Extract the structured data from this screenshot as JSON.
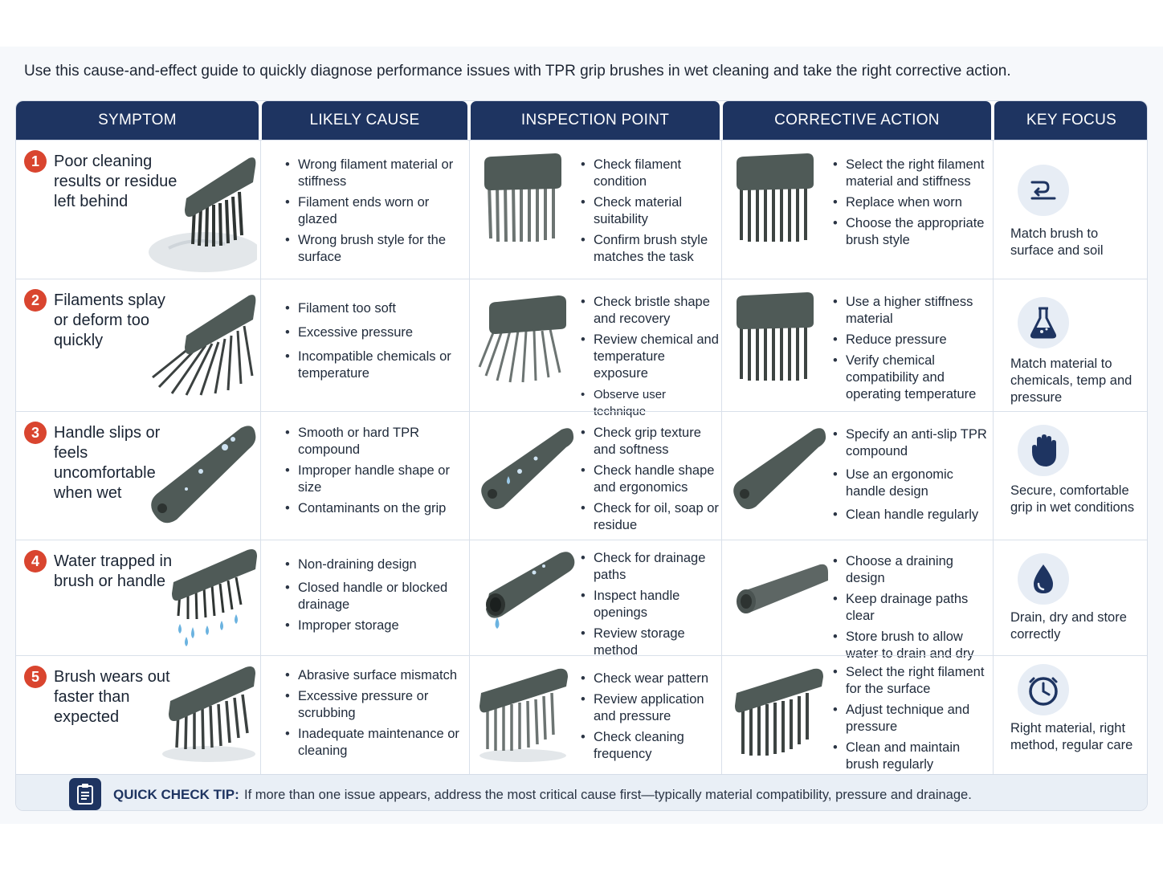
{
  "intro": "Use this cause-and-effect guide to quickly diagnose performance issues with TPR grip brushes in wet cleaning and take the right corrective action.",
  "headers": [
    "SYMPTOM",
    "LIKELY CAUSE",
    "INSPECTION POINT",
    "CORRECTIVE ACTION",
    "KEY FOCUS"
  ],
  "colors": {
    "header_bg": "#1e3461",
    "badge": "#d9452f",
    "brush_body": "#4f5a57",
    "icon": "#1e3461"
  },
  "rows": [
    {
      "number": "1",
      "symptom": "Poor cleaning results or residue left behind",
      "causes": [
        "Wrong filament material or stiffness",
        "Filament ends worn or glazed",
        "Wrong brush style for the surface"
      ],
      "inspection": [
        "Check filament condition",
        "Check material suitability",
        "Confirm brush style matches the task"
      ],
      "actions": [
        "Select the right filament material and stiffness",
        "Replace when worn",
        "Choose the appropriate brush style"
      ],
      "focus_icon": "adjust-lines-icon",
      "focus": "Match brush to surface and soil"
    },
    {
      "number": "2",
      "symptom": "Filaments splay or deform too quickly",
      "causes": [
        "Filament too soft",
        "Excessive pressure",
        "Incompatible chemicals or temperature"
      ],
      "inspection": [
        "Check bristle shape and recovery",
        "Review chemical and temperature exposure",
        "Observe user technique"
      ],
      "actions": [
        "Use a higher stiffness material",
        "Reduce pressure",
        "Verify chemical compatibility and operating temperature"
      ],
      "focus_icon": "flask-icon",
      "focus": "Match material to chemicals, temp and pressure"
    },
    {
      "number": "3",
      "symptom": "Handle slips or feels uncomfortable when wet",
      "causes": [
        "Smooth or hard TPR compound",
        "Improper handle shape or size",
        "Contaminants on the grip"
      ],
      "inspection": [
        "Check grip texture and softness",
        "Check handle shape and ergonomics",
        "Check for oil, soap or residue"
      ],
      "actions": [
        "Specify an anti-slip TPR compound",
        "Use an ergonomic handle design",
        "Clean handle regularly"
      ],
      "focus_icon": "hand-icon",
      "focus": "Secure, comfortable grip in wet conditions"
    },
    {
      "number": "4",
      "symptom": "Water trapped in brush or handle",
      "causes": [
        "Non-draining design",
        "Closed handle or blocked drainage",
        "Improper storage"
      ],
      "inspection": [
        "Check for drainage paths",
        "Inspect handle openings",
        "Review storage method"
      ],
      "actions": [
        "Choose a draining design",
        "Keep drainage paths clear",
        "Store brush to allow water to drain and dry"
      ],
      "focus_icon": "water-drop-icon",
      "focus": "Drain, dry and store correctly"
    },
    {
      "number": "5",
      "symptom": "Brush wears out faster than expected",
      "causes": [
        "Abrasive surface mismatch",
        "Excessive pressure or scrubbing",
        "Inadequate maintenance or cleaning"
      ],
      "inspection": [
        "Check wear pattern",
        "Review application and pressure",
        "Check cleaning frequency"
      ],
      "actions": [
        "Select the right filament for the surface",
        "Adjust technique and pressure",
        "Clean and maintain brush regularly"
      ],
      "focus_icon": "timer-icon",
      "focus": "Right material, right method, regular care"
    }
  ],
  "tip": {
    "label": "QUICK CHECK TIP:",
    "text": "If more than one issue appears, address the most critical cause first—typically material compatibility, pressure and drainage."
  }
}
